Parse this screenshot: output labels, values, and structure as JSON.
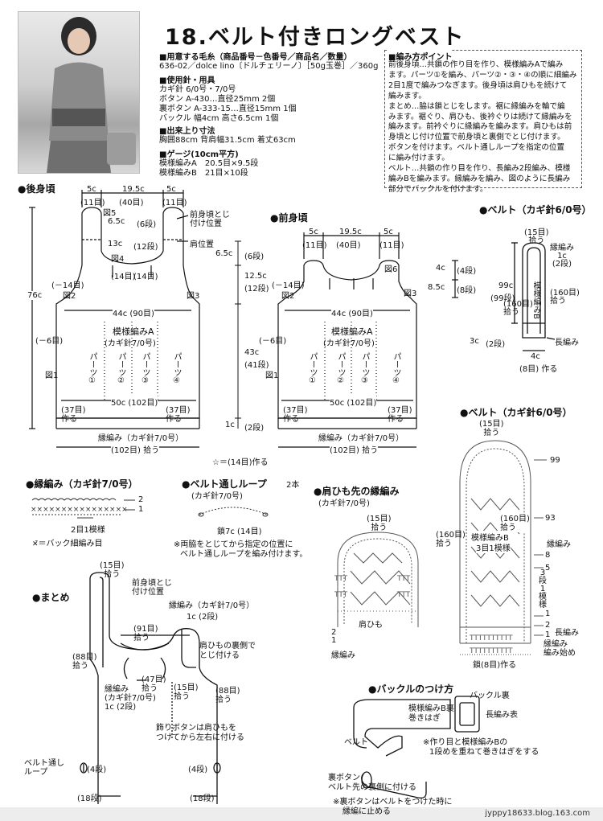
{
  "title": "18.ベルト付きロングベスト",
  "materials": {
    "yarn_heading": "■用意する毛糸（商品番号－色番号／商品名／数量）",
    "yarn_value": "636-02／dolce lino〔ドルチェリーノ〕［50g玉巻］／360g",
    "tools_heading": "■使用針・用具",
    "tools": [
      "カギ針 6/0号・7/0号",
      "ボタン A-430…直径25mm 2個",
      "裏ボタン A-333-15…直径15mm 1個",
      "バックル 幅4cm 高さ6.5cm 1個"
    ],
    "size_heading": "■出来上り寸法",
    "size_value": "胸囲88cm 背肩幅31.5cm 着丈63cm",
    "gauge_heading": "■ゲージ(10cm平方)",
    "gauge": [
      "模様編みA　20.5目×9.5段",
      "模様編みB　21目×10段"
    ]
  },
  "points": {
    "heading": "■編み方ポイント",
    "lines": [
      "前後身頃…共鎖の作り目を作り、模様編みAで編み",
      "ます。パーツ①を編み、パーツ②・③・④の順に細編み",
      "2目1度で編みつなぎます。後身頃は肩ひもを続けて",
      "編みます。",
      "まとめ…脇は鎖とじをします。裾に縁編みを輪で編",
      "みます。裾ぐり、肩ひも、後衿ぐりは続けて縁編みを",
      "編みます。前衿ぐりに縁編みを編みます。肩ひもは前",
      "身頃とじ付け位置で前身頃と裏側でとじ付けます。",
      "ボタンを付けます。ベルト通しループを指定の位置",
      "に編み付けます。",
      "ベルト…共鎖の作り目を作り、長編み2段編み、模様",
      "編みBを編みます。縁編みを編み、図のように長編み",
      "部分でバックルを付けます。"
    ]
  },
  "back": {
    "heading": "●後身頃",
    "top_dims": [
      "5c",
      "19.5c",
      "5c"
    ],
    "top_sts": [
      "(11目)",
      "(40目)",
      "(11目)"
    ],
    "fig5": "図5",
    "fig4": "図4",
    "fig2": "図2",
    "fig3": "図3",
    "fig1": "図1",
    "strap1": "6.5c",
    "strap1_rows": "(6段)",
    "strap2": "13c",
    "strap2_rows": "(12段)",
    "attach_label": "前身頃とじ\n付け位置",
    "shoulder_label": "肩位置",
    "rows14a": "(14目)",
    "rows14b": "(14目)",
    "side_l": "(－14目)",
    "height": "76c",
    "side_rows": "(－6目)",
    "width44": "44c (90目)",
    "pattern": "模様編みA",
    "needle": "(カギ針7/0号)",
    "parts": [
      "パーツ①",
      "パーツ②",
      "パーツ③",
      "パーツ④"
    ],
    "width50": "50c (102目)",
    "make37l": "(37目)\n作る",
    "make37r": "(37目)\n作る",
    "edge": "縁編み（カギ針7/0号）",
    "pickup": "(102目) 拾う",
    "star_note": "☆＝(14目)作る"
  },
  "center_dims": {
    "a": "6.5c",
    "a_rows": "(6段)",
    "b": "12.5c",
    "b_rows": "(12段)",
    "c": "43c",
    "c_rows": "(41段)",
    "d": "1c",
    "d_rows": "(2段)"
  },
  "front": {
    "heading": "●前身頃",
    "top_dims": [
      "5c",
      "19.5c",
      "5c"
    ],
    "top_sts": [
      "(11目)",
      "(40目)",
      "(11目)"
    ],
    "fig6": "図6",
    "fig2": "図2",
    "fig3": "図3",
    "fig1": "図1",
    "side_l": "(－14目)",
    "side_rows": "(－6目)",
    "width44": "44c (90目)",
    "pattern": "模様編みA",
    "needle": "(カギ針7/0号)",
    "parts": [
      "パーツ①",
      "パーツ②",
      "パーツ③",
      "パーツ④"
    ],
    "width50": "50c (102目)",
    "make37l": "(37目)\n作る",
    "make37r": "(37目)\n作る",
    "edge": "縁編み（カギ針7/0号）",
    "pickup": "(102目) 拾う",
    "r4": "4c",
    "r4_rows": "(4段)",
    "r85": "8.5c",
    "r85_rows": "(8段)"
  },
  "belt_top": {
    "heading": "●ベルト（カギ針6/0号）",
    "pick15": "(15目)\n拾う",
    "edge": "縁編み\n1c\n(2段)",
    "len": "99c",
    "len_sts": "(99段)",
    "pick160l": "(160目)\n拾う",
    "pick160r": "(160目)\n拾う",
    "patternB": "模様編みB",
    "c3": "3c",
    "c3_rows": "(2段)",
    "long": "長編み",
    "c4": "4c",
    "make8": "(8目) 作る"
  },
  "edge_pattern": {
    "heading": "●縁編み（カギ針7/0号）",
    "row2": "2",
    "row1": "1",
    "repeat": "2目1模様",
    "legend": "＝バック細編み目"
  },
  "loop": {
    "heading": "●ベルト通しループ",
    "count": "2本",
    "needle": "(カギ針7/0号)",
    "chain": "鎖7c (14目)",
    "note1": "※両脇をとじてから指定の位置に",
    "note2": "ベルト通しループを編み付けます。"
  },
  "strap_edge": {
    "heading": "●肩ひも先の縁編み",
    "needle": "(カギ針7/0号)",
    "pick15": "(15目)\n拾う",
    "strap": "肩ひも",
    "rows": "2\n1",
    "edge": "縁編み"
  },
  "belt_chart": {
    "heading": "●ベルト（カギ針6/0号）",
    "pick15": "(15目)\n拾う",
    "r99": "99",
    "r93": "93",
    "pick160l": "(160目)\n拾う",
    "pick160m": "(160目)\n拾う",
    "patternB": "模様編みB",
    "rep": "3目1模様",
    "edge": "縁編み",
    "r8": "8",
    "r5": "5",
    "r3": "3\n段\n1\n模\n様",
    "r1": "1",
    "r2": "2",
    "r1b": "1",
    "long": "長編み",
    "start": "縁編み\n編み始め",
    "make8": "鎖(8目)作る"
  },
  "finish": {
    "heading": "●まとめ",
    "pick15": "(15目)\n拾う",
    "attach": "前身頃とじ\n付け位置",
    "edge": "縁編み（カギ針7/0号）",
    "edge_rows": "1c (2段)",
    "pick91": "(91目)\n拾う",
    "strap_back": "肩ひもの裏側で\nとじ付ける",
    "pick88l": "(88目)\n拾う",
    "pick47": "(47目)\n拾う",
    "pick15b": "(15目)\n拾う",
    "pick88r": "(88目)\n拾う",
    "edge2": "縁編み\n(カギ針7/0号)\n1c (2段)",
    "button": "飾りボタンは肩ひもを\nつけてから左右に付ける",
    "loop": "ベルト通し\nループ",
    "r4a": "(4段)",
    "r4b": "(4段)",
    "r18a": "(18段)",
    "r18b": "(18段)"
  },
  "buckle": {
    "heading": "●バックルのつけ方",
    "back": "バックル裏",
    "patternB": "模様編みB裏\n巻きはぎ",
    "long": "長編み表",
    "note1": "※作り目と模様編みBの",
    "note2": "1段めを重ねて巻きはぎをする",
    "belt": "ベルト",
    "back_button": "裏ボタン\nベルト先の裏側に付ける",
    "note3": "※裏ボタンはベルトをつけた時に",
    "note4": "縁編に止める"
  },
  "footer": "jyppy18633.blog.163.com"
}
